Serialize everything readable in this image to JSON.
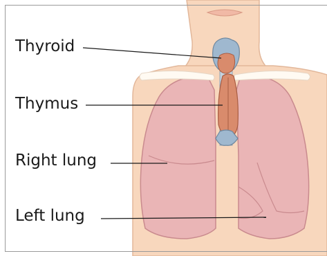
{
  "labels": {
    "thyroid": "Thyroid",
    "thymus": "Thymus",
    "right_lung": "Right lung",
    "left_lung": "Left lung"
  },
  "colors": {
    "skin": "#f8d7bd",
    "skin_outline": "#e2b79a",
    "lung": "#eab5b6",
    "lung_outline": "#c98a8e",
    "thyroid": "#9fb8cf",
    "thymus": "#d98b6c",
    "bone": "#fffaf2",
    "leader_line": "#1a1a1a",
    "border": "#9a9a9a"
  }
}
